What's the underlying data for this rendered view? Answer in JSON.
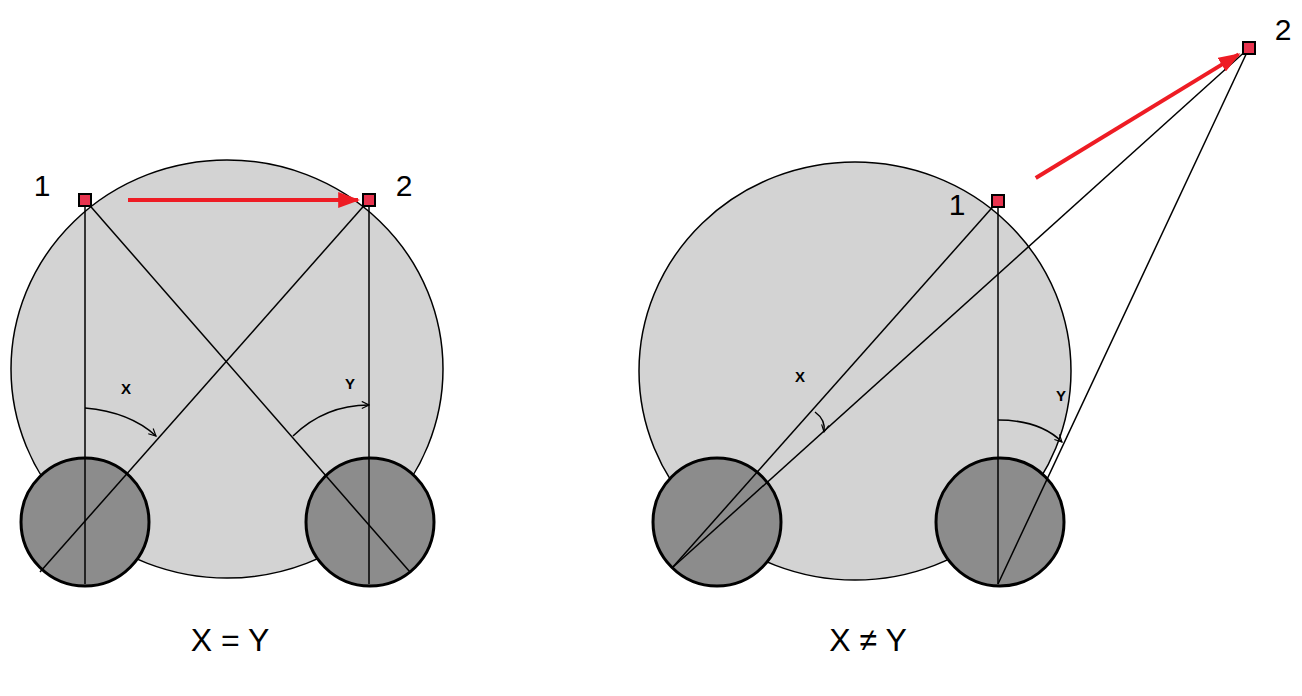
{
  "diagram": {
    "nodes": [
      {
        "text": [
          "1"
        ]
      },
      {
        "text": [
          "2"
        ]
      },
      {
        "text": [
          "1"
        ]
      },
      {
        "text": [
          "2"
        ]
      }
    ],
    "edges": [
      {
        "from": 0,
        "to": 1,
        "arrow": "to"
      },
      {
        "from": 2,
        "to": 3,
        "arrow": "to"
      }
    ],
    "labels": [
      "X",
      "Y",
      "X = Y",
      "X",
      "Y",
      "X ≠ Y"
    ]
  }
}
